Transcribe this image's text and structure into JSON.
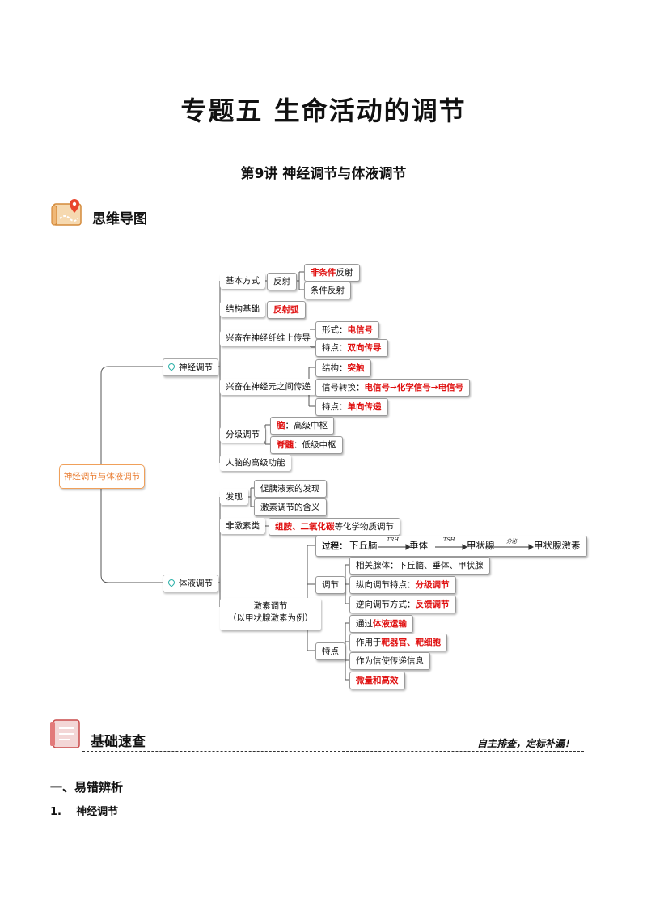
{
  "title": "专题五  生命活动的调节",
  "subtitle": "第9讲  神经调节与体液调节",
  "mindmap_section": {
    "label": "思维导图"
  },
  "mindmap": {
    "root": "神经调节与体液调节",
    "neural": {
      "label": "神经调节",
      "basic_mode": "基本方式",
      "reflex": "反射",
      "unconditioned_red": "非条件",
      "unconditioned_rest": "反射",
      "conditioned": "条件反射",
      "structure_basis": "结构基础",
      "reflex_arc": "反射弧",
      "fiber_conduction": "兴奋在神经纤维上传导",
      "form_label": "形式：",
      "form_value": "电信号",
      "feature_label": "特点：",
      "feature_value": "双向传导",
      "between_neurons": "兴奋在神经元之间传递",
      "structure_label": "结构：",
      "structure_value": "突触",
      "signal_label": "信号转换：",
      "signal_value": "电信号→化学信号→电信号",
      "feature2_label": "特点：",
      "feature2_value": "单向传递",
      "graded": "分级调节",
      "brain_red": "脑",
      "brain_rest": "：高级中枢",
      "spinal_red": "脊髓",
      "spinal_rest": "：低级中枢",
      "higher_functions": "人脑的高级功能"
    },
    "humoral": {
      "label": "体液调节",
      "discovery": "发现",
      "secretin": "促胰液素的发现",
      "meaning": "激素调节的含义",
      "non_hormone": "非激素类",
      "non_hormone_red": "组胺、二氧化碳",
      "non_hormone_rest": "等化学物质调节",
      "hormone_reg_line1": "激素调节",
      "hormone_reg_line2": "（以甲状腺激素为例）",
      "process_label": "过程：",
      "process_nodes": [
        "下丘脑",
        "垂体",
        "甲状腺",
        "甲状腺激素"
      ],
      "process_arrows": [
        "TRH",
        "TSH",
        "分泌"
      ],
      "regulation": "调节",
      "related_glands": "相关腺体：下丘脑、垂体、甲状腺",
      "vertical_label": "纵向调节特点：",
      "vertical_value": "分级调节",
      "reverse_label": "逆向调节方式：",
      "reverse_value": "反馈调节",
      "features": "特点",
      "via_prefix": "通过",
      "via_value": "体液运输",
      "acts_prefix": "作用于",
      "acts_value": "靶器官、靶细胞",
      "messenger": "作为信使传递信息",
      "efficient": "微量和高效"
    }
  },
  "basics_section": {
    "label": "基础速查",
    "right_label": "自主排查，定标补漏！"
  },
  "section_one": "一、易错辨析",
  "item_one": "1.    神经调节"
}
